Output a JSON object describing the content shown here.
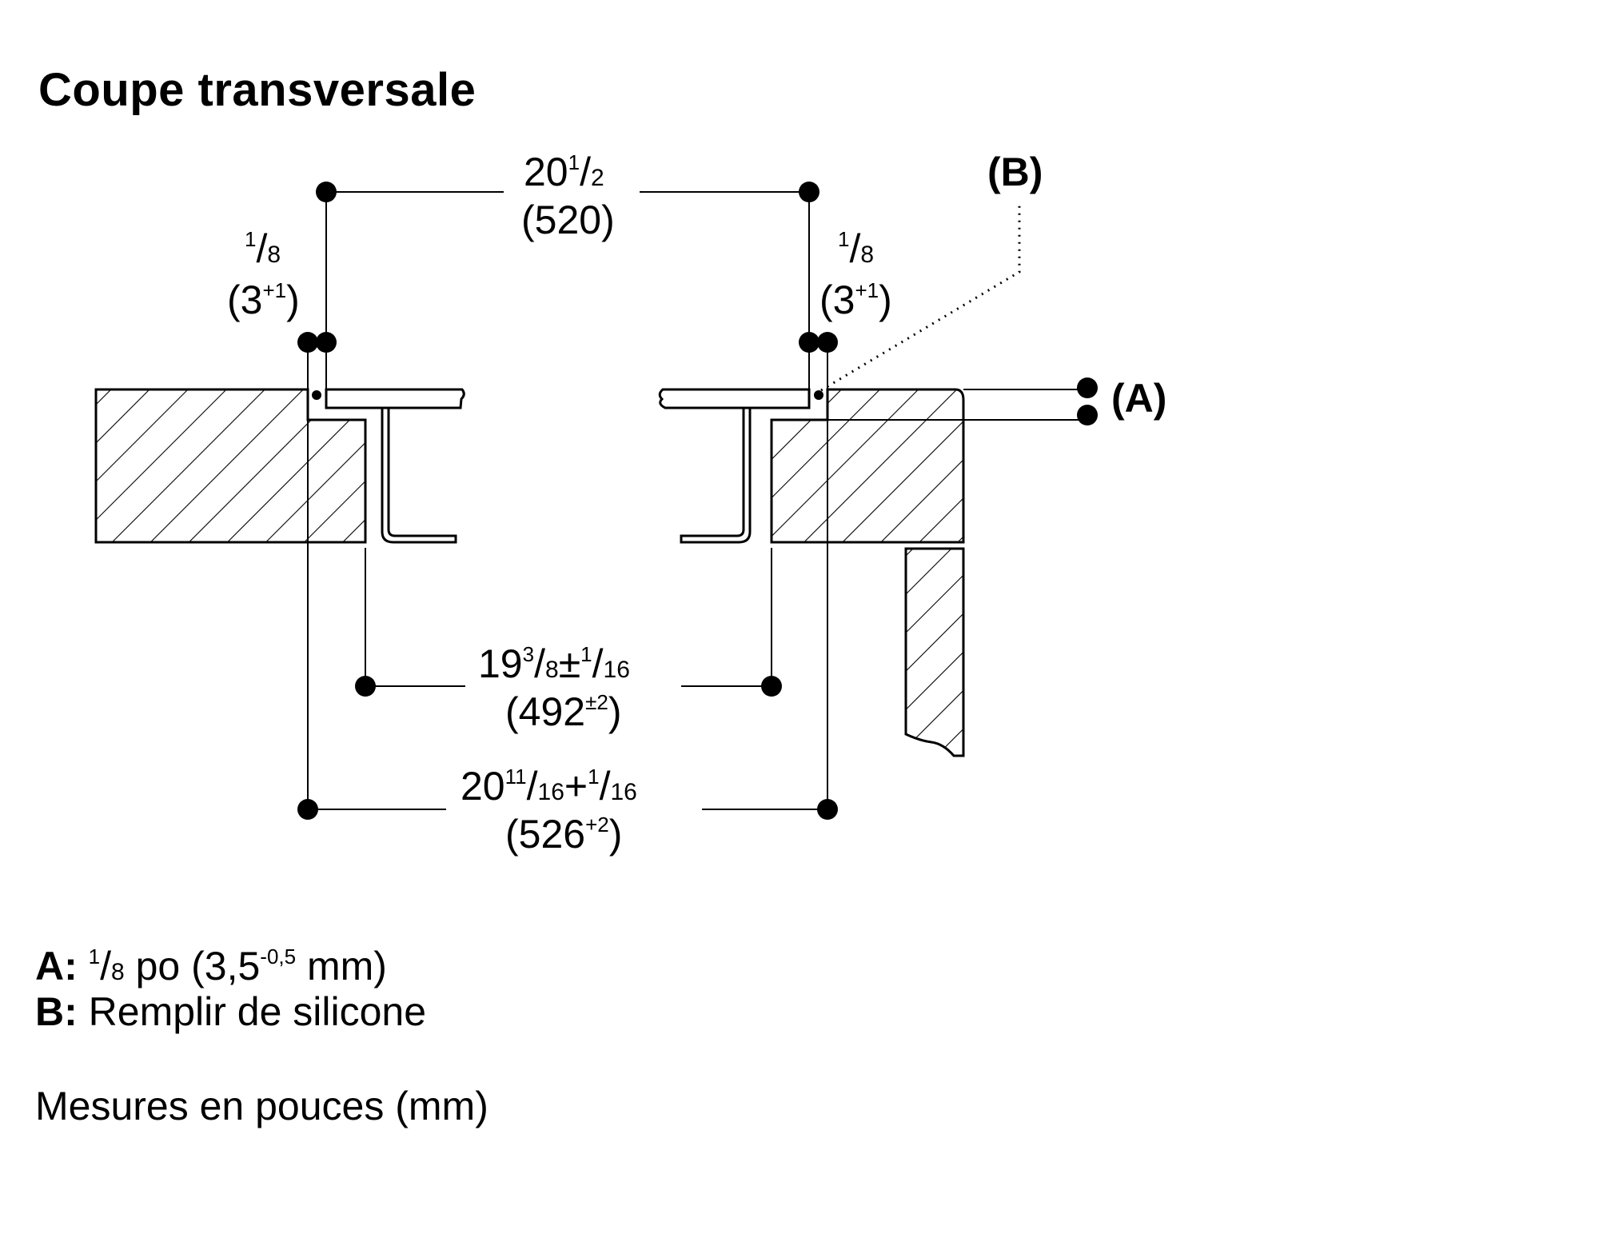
{
  "title": "Coupe transversale",
  "labels": {
    "b_marker": "(B)",
    "a_marker": "(A)"
  },
  "dimensions": {
    "top_width": {
      "inch_whole": "20",
      "inch_num": "1",
      "inch_den": "2",
      "mm": "(520)"
    },
    "left_gap": {
      "inch_num": "1",
      "inch_den": "8",
      "mm_open": "(3",
      "mm_tol": "+1",
      "mm_close": ")"
    },
    "right_gap": {
      "inch_num": "1",
      "inch_den": "8",
      "mm_open": "(3",
      "mm_tol": "+1",
      "mm_close": ")"
    },
    "cutout": {
      "inch_whole": "19",
      "inch_num": "3",
      "inch_den": "8",
      "tol_sign": "±",
      "tol_num": "1",
      "tol_den": "16",
      "mm_open": "(492",
      "mm_tol": "±2",
      "mm_close": ")"
    },
    "outer": {
      "inch_whole": "20",
      "inch_num": "11",
      "inch_den": "16",
      "tol_sign": "+",
      "tol_num": "1",
      "tol_den": "16",
      "mm_open": "(526",
      "mm_tol": "+2",
      "mm_close": ")"
    }
  },
  "legend": {
    "a_key": "A:",
    "a_num": "1",
    "a_den": "8",
    "a_text": " po (3,5",
    "a_tol": "-0,5",
    "a_unit": " mm)",
    "b_key": "B:",
    "b_text": " Remplir de silicone",
    "note": "Mesures en pouces (mm)"
  }
}
